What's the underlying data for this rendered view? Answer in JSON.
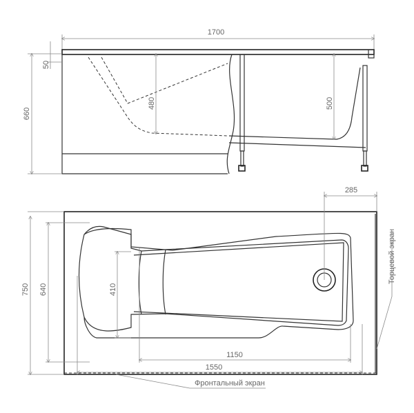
{
  "side_view": {
    "overall_length": "1700",
    "rim_height": "50",
    "overall_height": "660",
    "inner_depth_head": "480",
    "inner_depth_foot": "500"
  },
  "top_view": {
    "drain_offset": "285",
    "overall_width": "750",
    "inner_width": "640",
    "headrest_width": "410",
    "bottom_length": "1150",
    "inner_length": "1550",
    "front_panel_label": "Фронтальный экран",
    "end_panel_label": "Торцевой экран"
  }
}
